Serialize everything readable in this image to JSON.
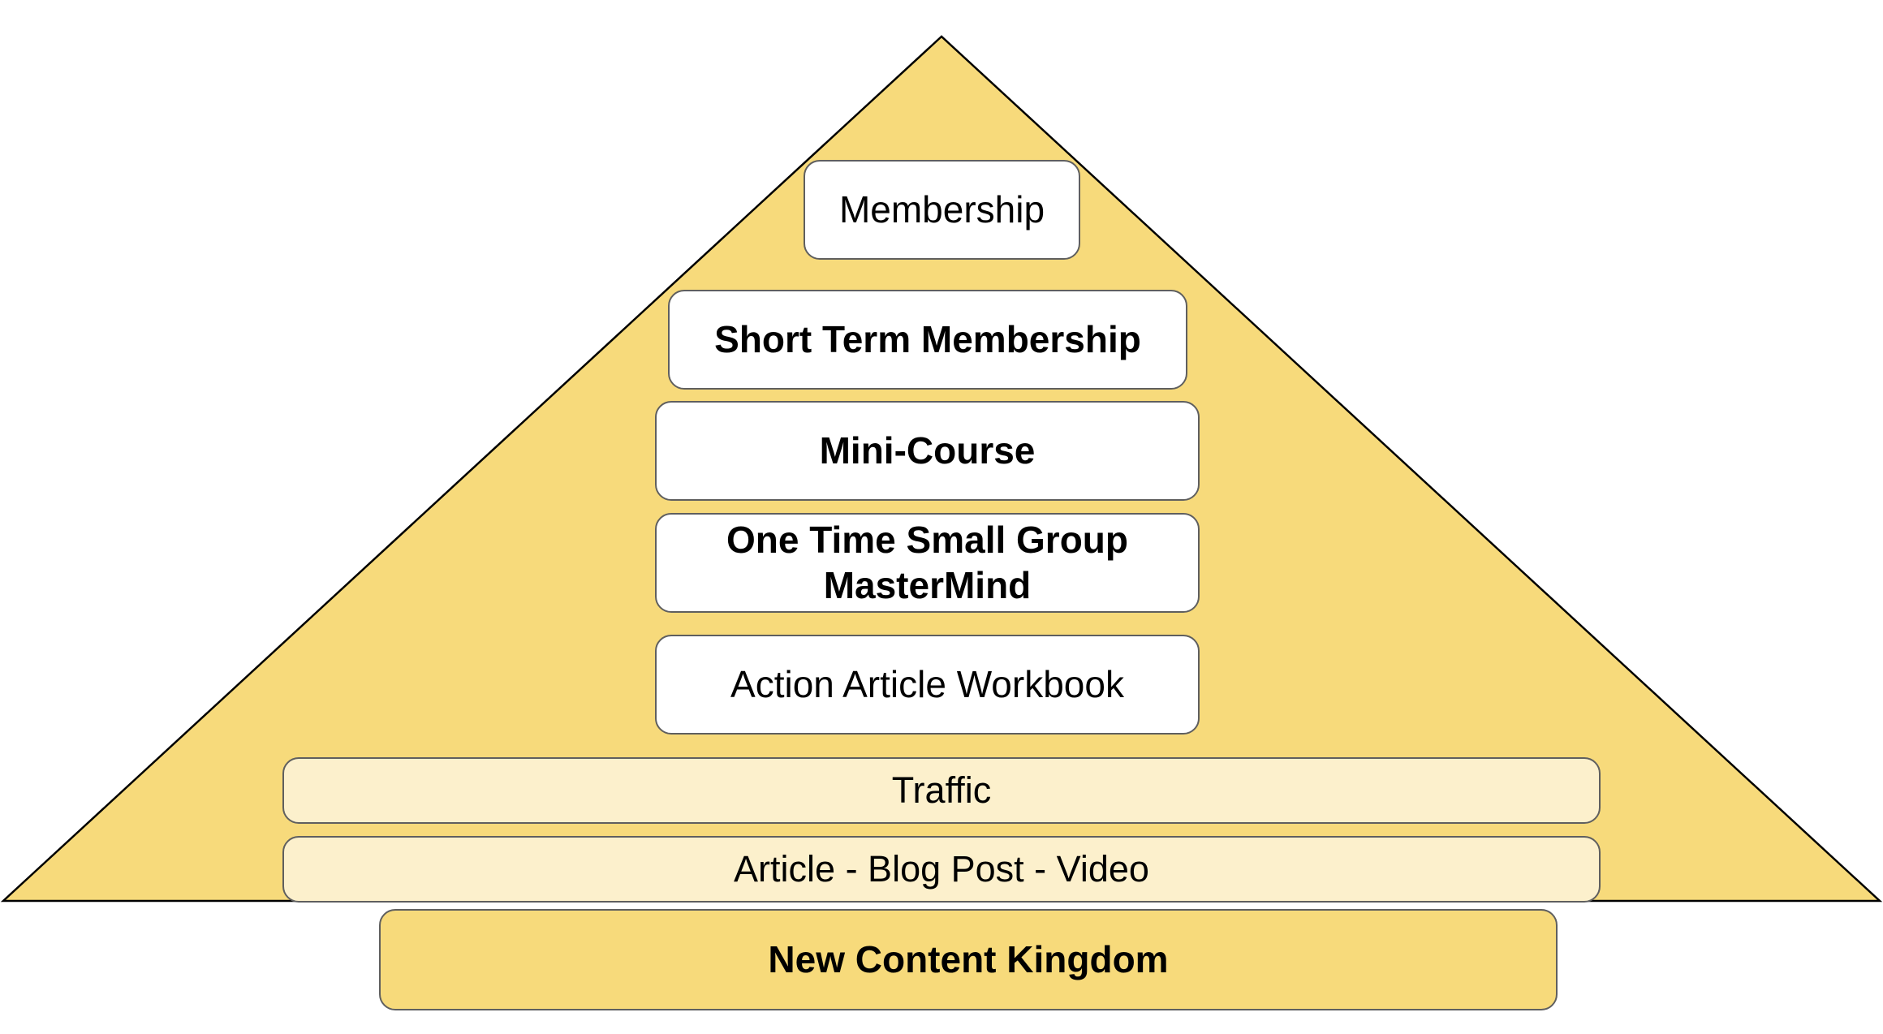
{
  "colors": {
    "pyramid_fill": "#f7da7b",
    "white_box": "#ffffff",
    "light_box": "#fcf0cc",
    "base_box": "#f7da7b",
    "border": "#5f5f5f"
  },
  "tiers": {
    "membership": "Membership",
    "short_term_membership": "Short Term Membership",
    "mini_course": "Mini-Course",
    "mastermind_line1": "One Time Small Group",
    "mastermind_line2": "MasterMind",
    "workbook": "Action Article Workbook",
    "traffic": "Traffic",
    "article": "Article - Blog Post - Video",
    "kingdom": "New Content Kingdom"
  }
}
